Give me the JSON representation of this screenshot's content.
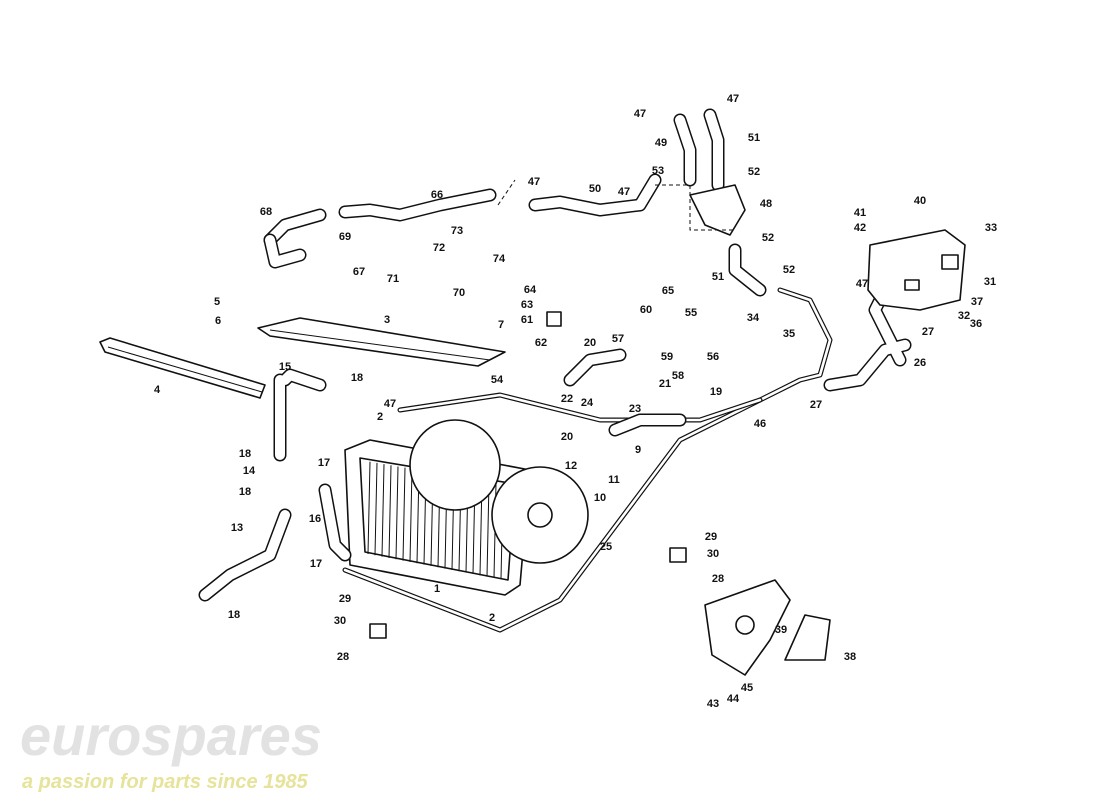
{
  "watermark": {
    "brand": "eurospares",
    "tagline": "a passion for parts since 1985",
    "color": "#e8e8e8",
    "tagline_color": "#f0efb0"
  },
  "callouts": [
    "1",
    "2",
    "2",
    "3",
    "4",
    "5",
    "6",
    "7",
    "9",
    "10",
    "11",
    "12",
    "13",
    "14",
    "15",
    "16",
    "17",
    "17",
    "18",
    "18",
    "18",
    "18",
    "19",
    "20",
    "20",
    "21",
    "22",
    "23",
    "24",
    "25",
    "26",
    "27",
    "27",
    "28",
    "28",
    "29",
    "29",
    "30",
    "30",
    "31",
    "32",
    "33",
    "34",
    "35",
    "36",
    "37",
    "38",
    "39",
    "40",
    "41",
    "42",
    "43",
    "44",
    "45",
    "46",
    "47",
    "47",
    "47",
    "47",
    "47",
    "47",
    "48",
    "49",
    "50",
    "51",
    "51",
    "52",
    "52",
    "52",
    "53",
    "54",
    "55",
    "56",
    "57",
    "58",
    "59",
    "60",
    "61",
    "62",
    "63",
    "64",
    "65",
    "66",
    "67",
    "68",
    "69",
    "70",
    "71",
    "72",
    "73",
    "74"
  ]
}
